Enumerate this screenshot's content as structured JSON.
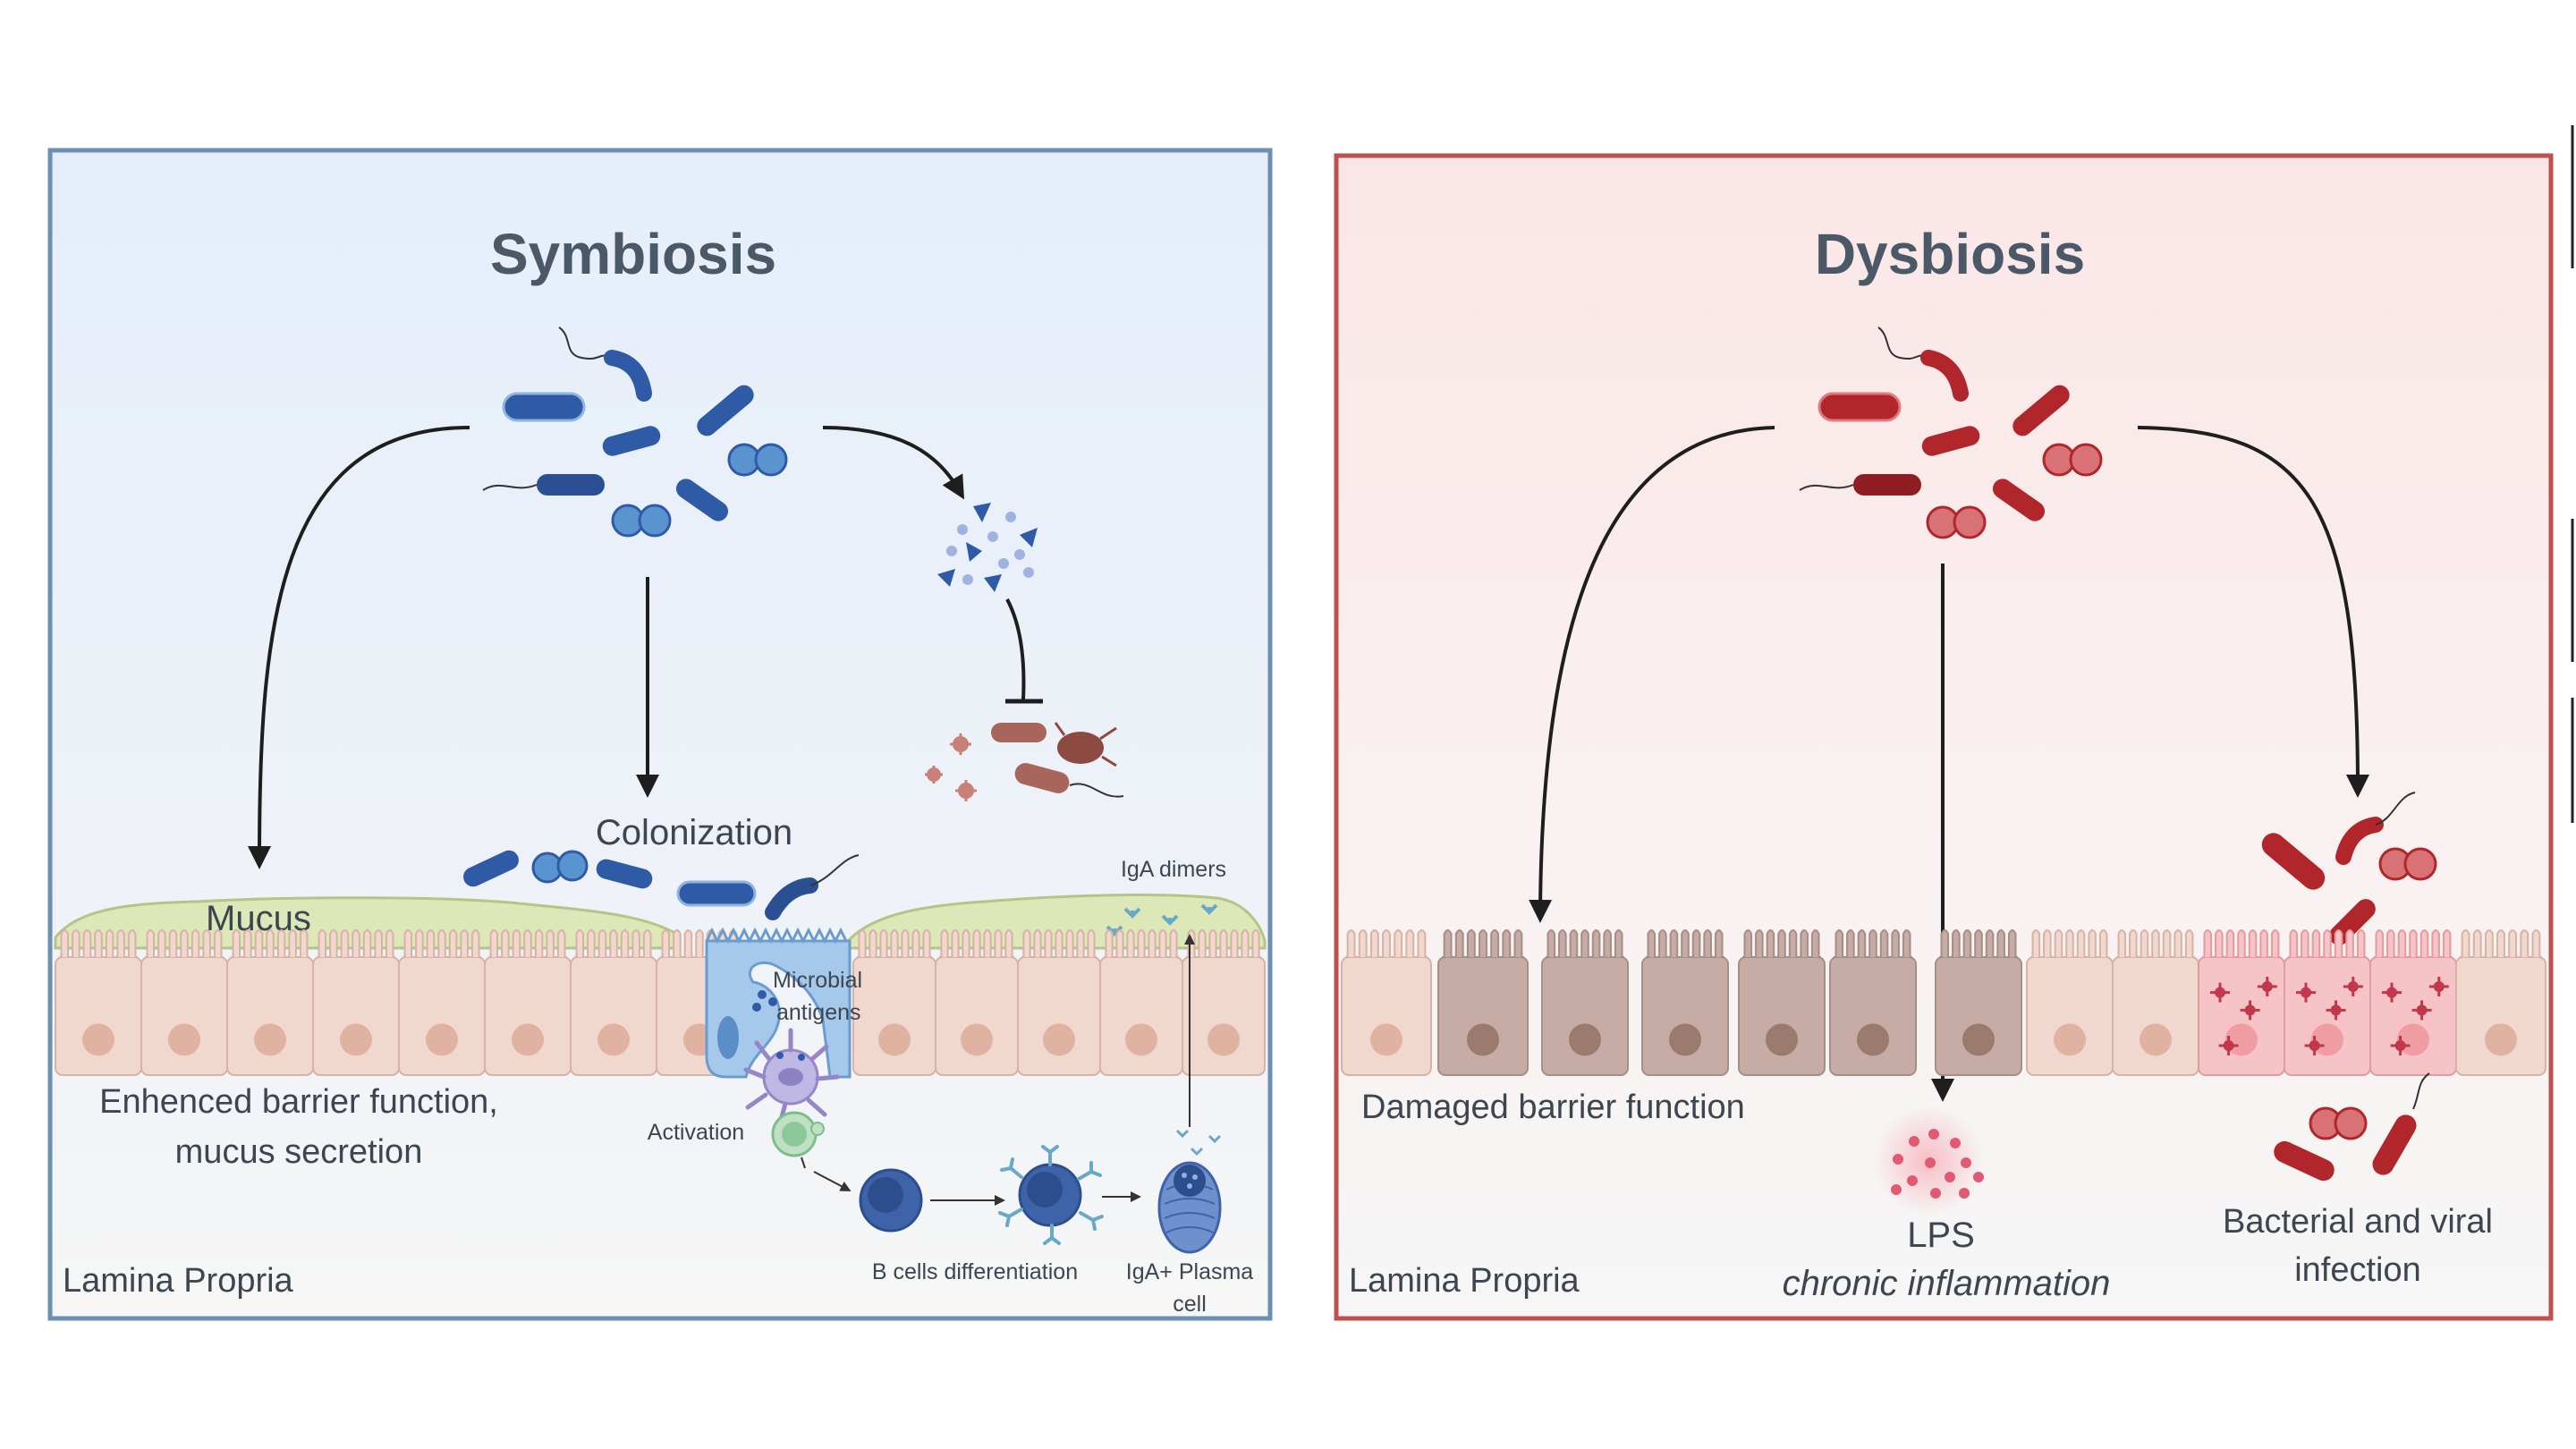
{
  "symbiosis": {
    "title": "Symbiosis",
    "labels": {
      "colonization": "Colonization",
      "mucus": "Mucus",
      "microbial_antigens_1": "Microbial",
      "microbial_antigens_2": "antigens",
      "iga_dimers": "IgA dimers",
      "barrier_1": "Enhenced barrier function,",
      "barrier_2": "mucus secretion",
      "activation": "Activation",
      "b_cells": "B cells differentiation",
      "plasma_1": "IgA+ Plasma",
      "plasma_2": "cell",
      "lamina_propria": "Lamina Propria"
    },
    "colors": {
      "border": "#6b8fb5",
      "bg_top": "#e5eefa",
      "bg_bottom": "#f5f5f5",
      "bacteria": "#2f5aa6",
      "bacteria_light": "#6fa3d8",
      "pathogen": "#a8655c",
      "mucus": "#dde8b8"
    }
  },
  "dysbiosis": {
    "title": "Dysbiosis",
    "labels": {
      "damaged_barrier": "Damaged barrier function",
      "lps": "LPS",
      "chronic_inflammation": "chronic inflammation",
      "infection_1": "Bacterial and viral",
      "infection_2": "infection",
      "lamina_propria": "Lamina Propria"
    },
    "colors": {
      "border": "#c0504d",
      "bg_top": "#fbe9e9",
      "bg_bottom": "#f5f5f5",
      "bacteria": "#b0262a",
      "bacteria_light": "#d97276"
    }
  }
}
